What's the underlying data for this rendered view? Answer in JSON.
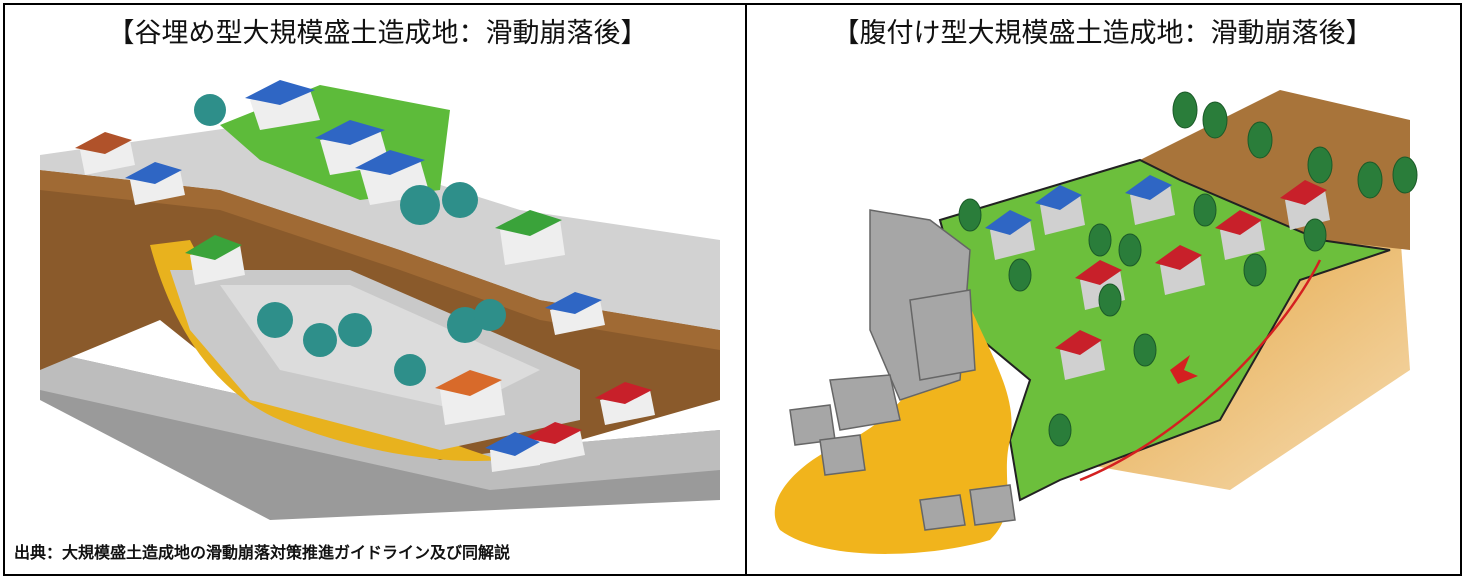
{
  "panels": {
    "left": {
      "title": "【谷埋め型大規模盛土造成地：滑動崩落後】",
      "caption": "出典：大規模盛土造成地の滑動崩落対策推進ガイドライン及び同解説"
    },
    "right": {
      "title": "【腹付け型大規模盛土造成地：滑動崩落後】"
    }
  },
  "colors": {
    "soil": "#8a5a2b",
    "fill_soil": "#e8b21e",
    "grass": "#6cbf3c",
    "rock": "#a6a6a6",
    "roof_blue": "#2f66c4",
    "roof_red": "#c8202a",
    "slip_line": "#d42020"
  }
}
